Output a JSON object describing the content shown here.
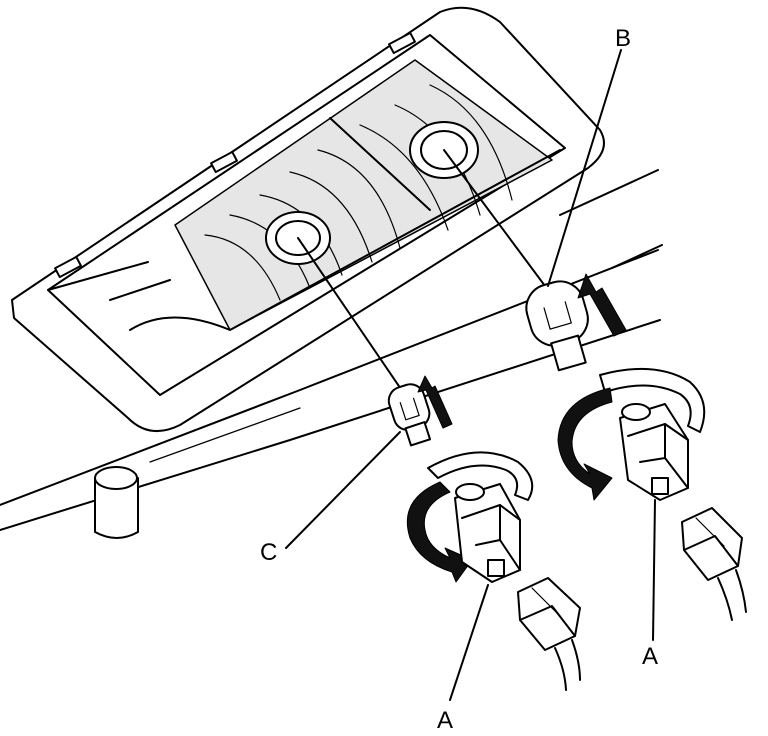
{
  "labels": {
    "a1": "A",
    "a2": "A",
    "b": "B",
    "c": "C"
  },
  "colors": {
    "line": "#000000",
    "paper": "#ffffff",
    "shade": "#e6e6e6"
  }
}
